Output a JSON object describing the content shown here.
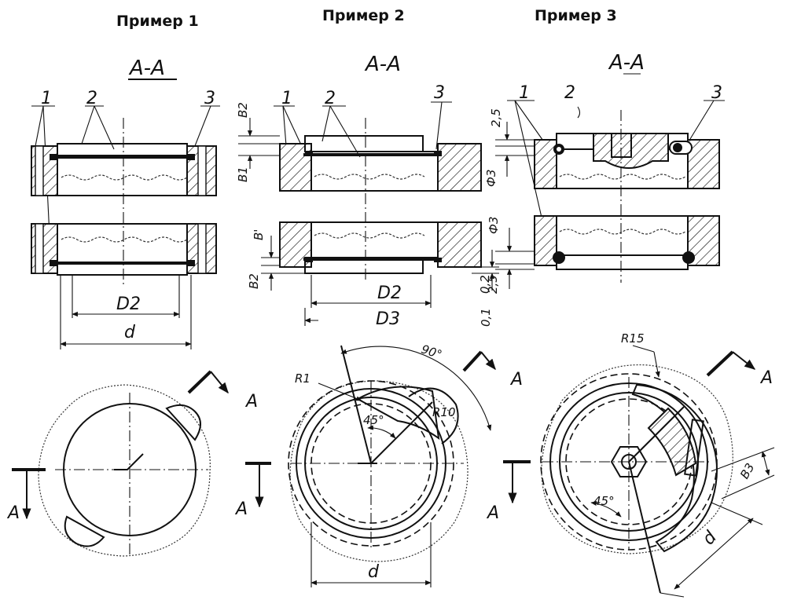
{
  "examples": [
    {
      "title": "Пример 1",
      "section_label": "A-A",
      "callouts": [
        "1",
        "2",
        "3"
      ],
      "dims": {
        "D2": "D2",
        "d": "d"
      },
      "cut_label": "A"
    },
    {
      "title": "Пример 2",
      "section_label": "A-A",
      "callouts": [
        "1",
        "2",
        "3"
      ],
      "dims": {
        "B2_top": "B2",
        "B1": "B1",
        "B_prime": "B'",
        "B2_bottom": "B2",
        "D2": "D2",
        "D3": "D3",
        "d": "d",
        "gap_02": "0,2",
        "gap_01": "0,1",
        "R1": "R1",
        "R10": "R10",
        "angle_90": "90°",
        "angle_45": "45°"
      },
      "cut_label": "A"
    },
    {
      "title": "Пример 3",
      "section_label": "A-A",
      "callouts": [
        "1",
        "2",
        "3"
      ],
      "dims": {
        "d25_top": "2,5",
        "phi3_top": "Ф3",
        "phi3_bottom": "Ф3",
        "d25_bottom": "2,5",
        "R15": "R15",
        "B3": "B3",
        "d": "d",
        "angle_45": "45°"
      },
      "cut_label": "A"
    }
  ]
}
